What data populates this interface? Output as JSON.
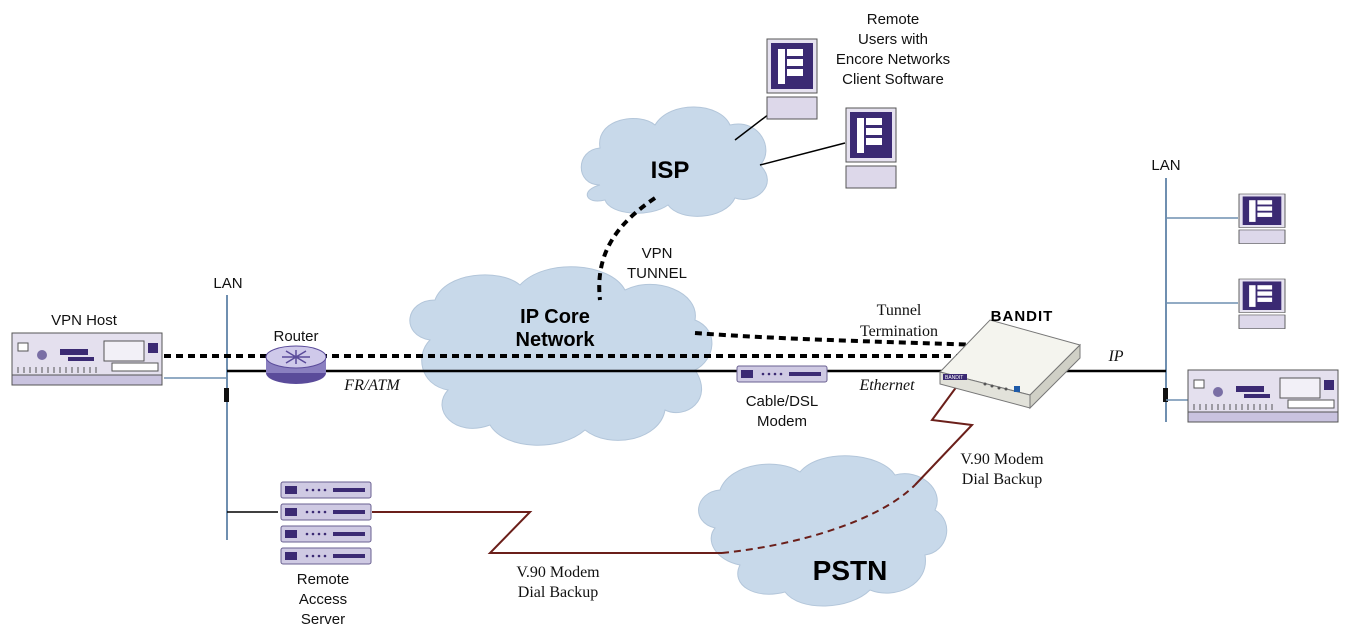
{
  "labels": {
    "remote_users": [
      "Remote",
      "Users with",
      "Encore Networks",
      "Client Software"
    ],
    "isp": "ISP",
    "vpn_tunnel": [
      "VPN",
      "TUNNEL"
    ],
    "ip_core": [
      "IP Core",
      "Network"
    ],
    "tunnel_termination": [
      "Tunnel",
      "Termination"
    ],
    "bandit": "BANDIT",
    "ip": "IP",
    "lan_left": "LAN",
    "lan_right": "LAN",
    "vpn_host": "VPN Host",
    "router": "Router",
    "fr_atm": "FR/ATM",
    "cable_dsl": [
      "Cable/DSL",
      "Modem"
    ],
    "ethernet": "Ethernet",
    "modem_backup_right": [
      "V.90 Modem",
      "Dial Backup"
    ],
    "modem_backup_left": [
      "V.90 Modem",
      "Dial Backup"
    ],
    "pstn": "PSTN",
    "ras": [
      "Remote",
      "Access",
      "Server"
    ],
    "device_brand": "BANDIT"
  },
  "colors": {
    "cloud": "#c8d9ea",
    "terminal": "#3b2a73",
    "lan_line": "#6f8fb0",
    "backup_line": "#6b1f1a",
    "server": "#c9c3df"
  }
}
